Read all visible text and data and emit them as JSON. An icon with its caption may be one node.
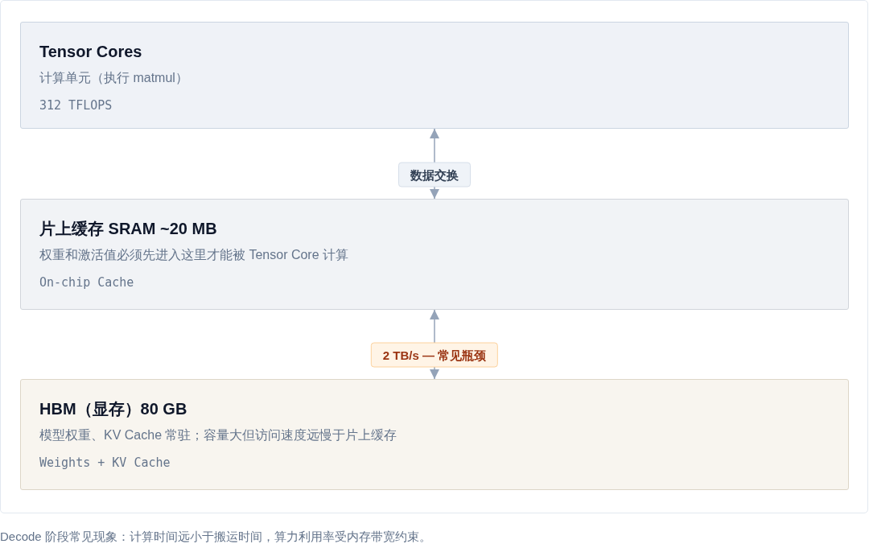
{
  "diagram": {
    "caption": "Decode 阶段常见现象：计算时间远小于搬运时间，算力利用率受内存带宽约束。",
    "nodes": [
      {
        "text": [
          "Tensor Cores",
          "计算单元（执行 matmul）",
          "312 TFLOPS"
        ]
      },
      {
        "text": [
          "片上缓存 SRAM ~20 MB",
          "权重和激活值必须先进入这里才能被 Tensor Core 计算",
          "On-chip Cache"
        ]
      },
      {
        "text": [
          "HBM（显存）80 GB",
          "模型权重、KV Cache 常驻；容量大但访问速度远慢于片上缓存",
          "Weights + KV Cache"
        ]
      }
    ],
    "edges": [
      {
        "from": 0,
        "to": 1,
        "arrow": "both",
        "label": "数据交换"
      },
      {
        "from": 1,
        "to": 2,
        "arrow": "both",
        "label": "2 TB/s — 常见瓶颈"
      }
    ]
  }
}
